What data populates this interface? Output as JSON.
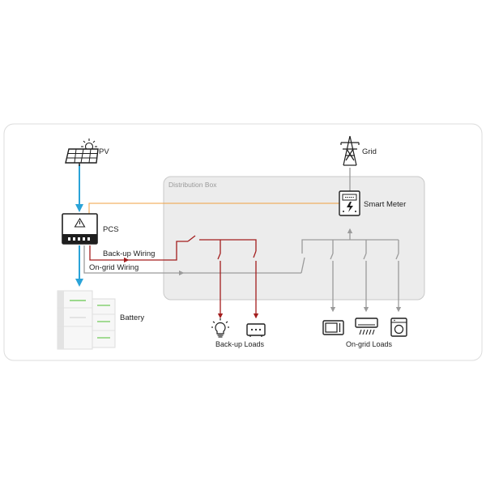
{
  "labels": {
    "pv": "PV",
    "grid": "Grid",
    "distribution_box": "Distribution Box",
    "smart_meter": "Smart  Meter",
    "pcs": "PCS",
    "backup_wiring": "Back-up Wiring",
    "ongrid_wiring": "On-grid Wiring",
    "battery": "Battery",
    "backup_loads": "Back-up Loads",
    "ongrid_loads": "On-grid Loads"
  },
  "colors": {
    "dc_blue": "#2aa3d8",
    "backup_red": "#a31d1d",
    "ongrid_gray": "#9b9b9b",
    "meter_orange": "#f0a040",
    "box_fill": "#ececec",
    "box_stroke": "#c9c9c9",
    "icon_dark": "#1e1e1e"
  },
  "icons": {
    "pv": "solar-panel-icon",
    "sun": "sun-icon",
    "grid": "transmission-tower-icon",
    "pcs": "inverter-icon",
    "smart_meter": "meter-icon",
    "battery": "battery-cabinet-icon",
    "backup_loads": [
      "light-bulb-icon",
      "router-icon"
    ],
    "ongrid_loads": [
      "microwave-icon",
      "air-conditioner-icon",
      "washing-machine-icon"
    ]
  }
}
